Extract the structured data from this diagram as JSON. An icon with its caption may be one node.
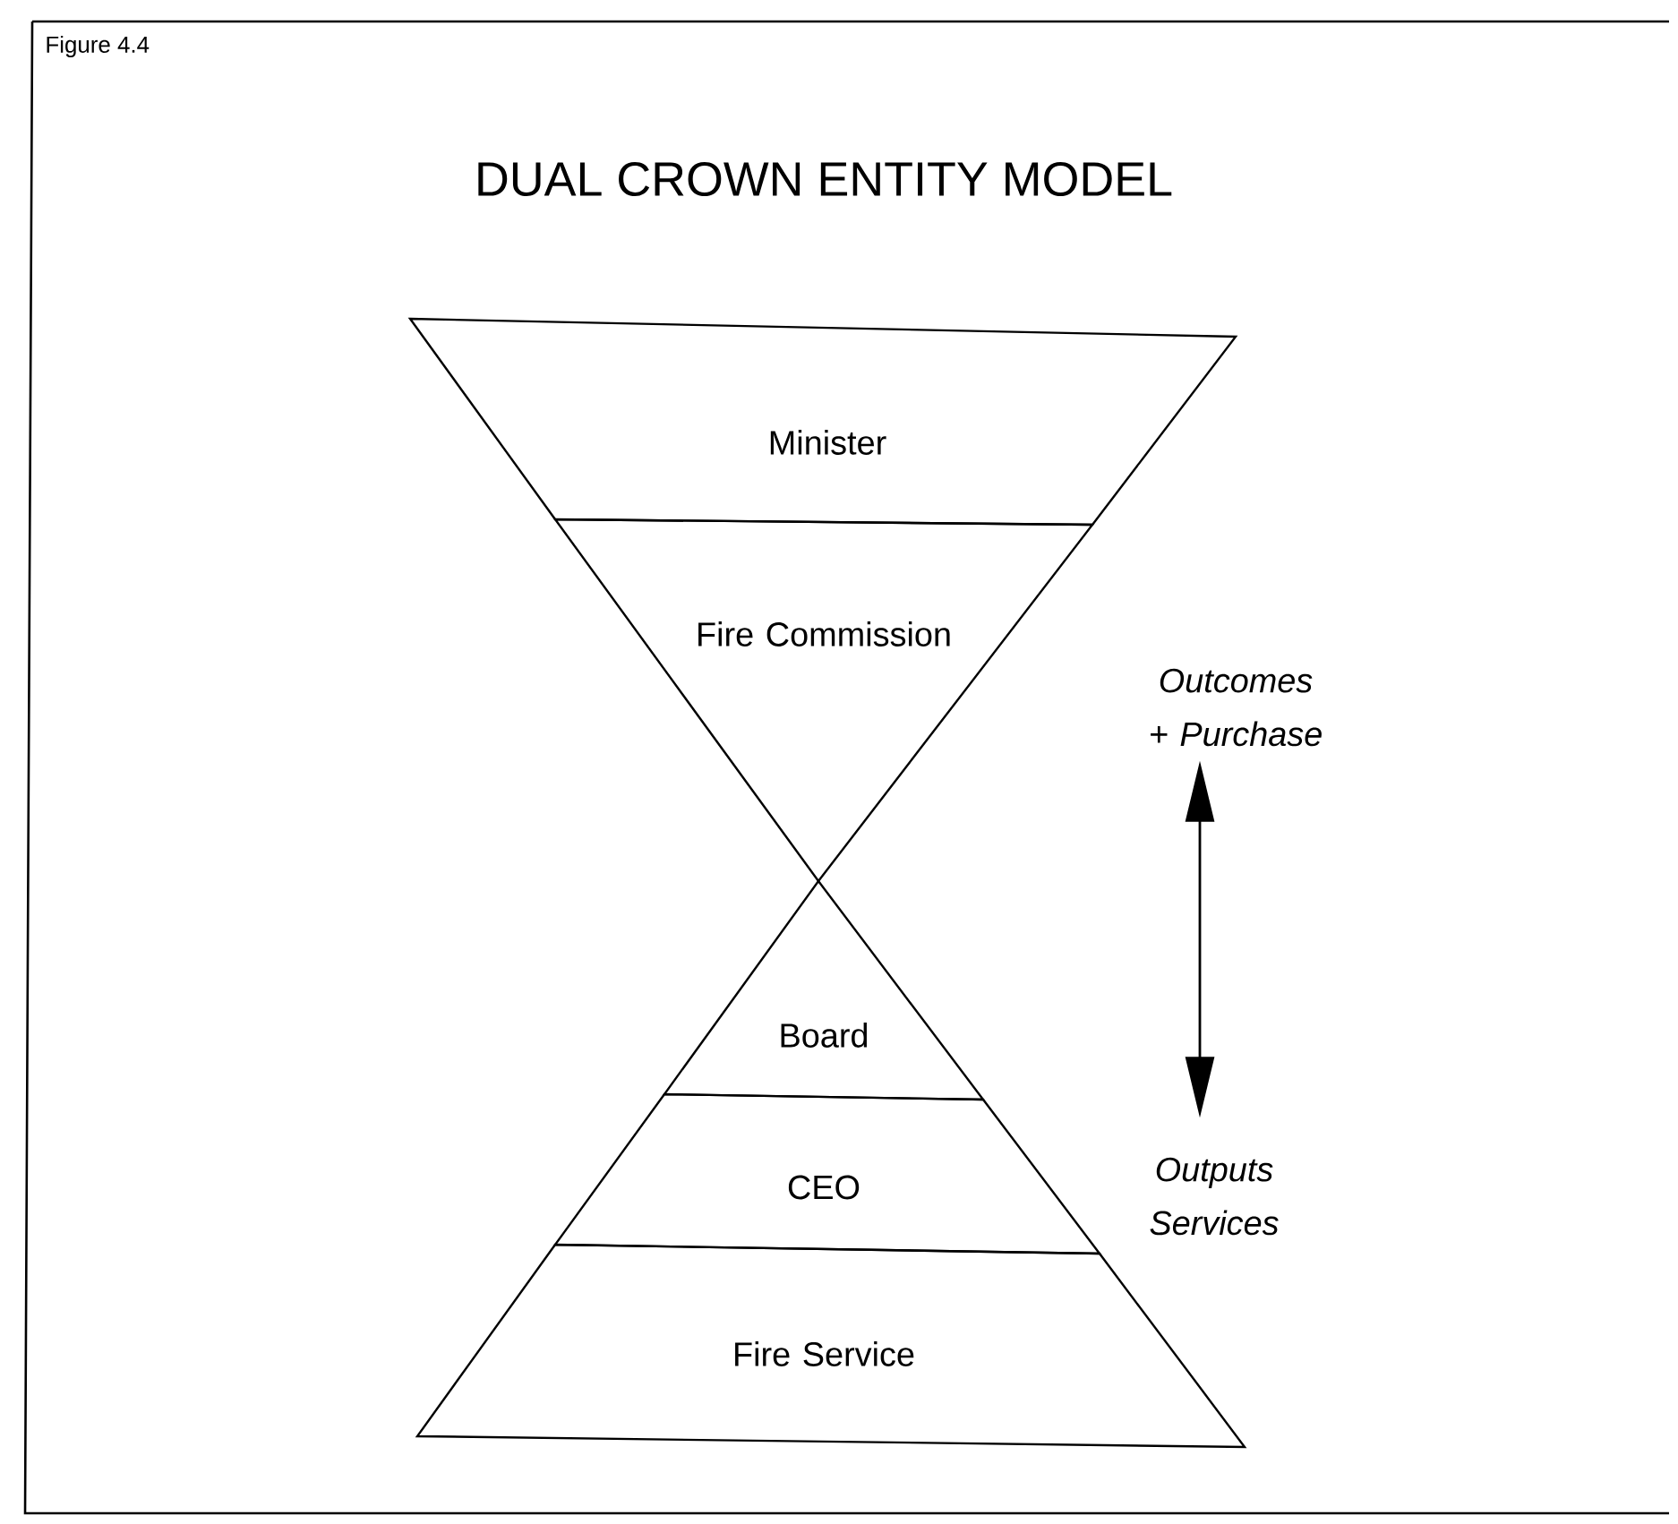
{
  "diagram": {
    "title": "DUAL CROWN ENTITY MODEL",
    "nodes": [
      {
        "text": [
          "Minister"
        ]
      },
      {
        "text": [
          "Fire Commission"
        ]
      },
      {
        "text": [
          "Board"
        ]
      },
      {
        "text": [
          "CEO"
        ]
      },
      {
        "text": [
          "Fire Service"
        ]
      },
      {
        "text": [
          "Outcomes + Purchase"
        ]
      },
      {
        "text": [
          "Outputs Services"
        ]
      }
    ],
    "edges": [
      {
        "from": 5,
        "to": 6,
        "arrow": "both"
      }
    ],
    "labels": [
      "Figure 4.4"
    ]
  }
}
